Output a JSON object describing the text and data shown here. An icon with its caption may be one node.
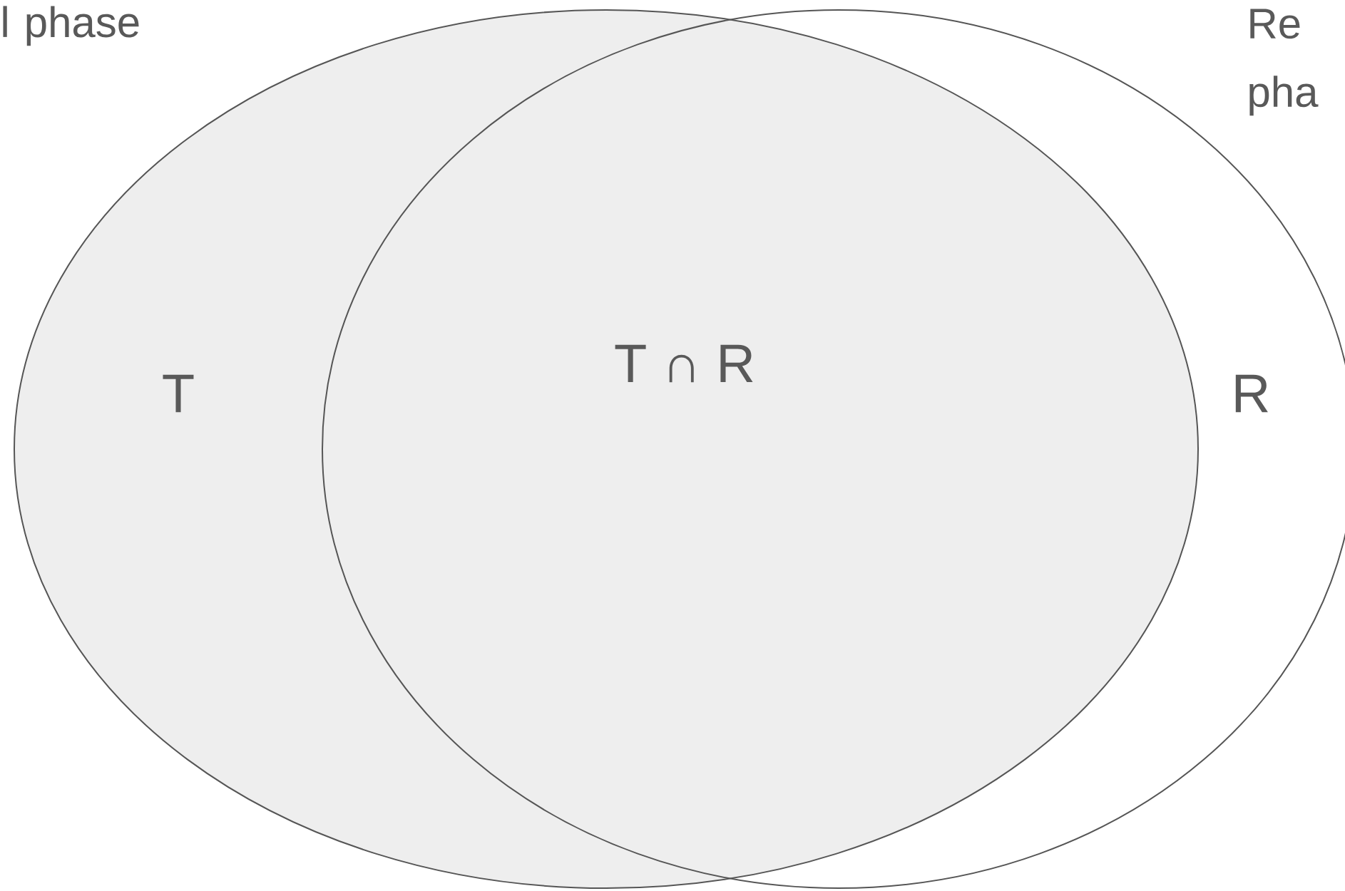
{
  "diagram": {
    "nodes": [
      {
        "text": [
          "T"
        ],
        "beside": [
          "l phase"
        ]
      },
      {
        "text": [
          "R"
        ],
        "beside": [
          "Re pha"
        ]
      }
    ],
    "labels": [
      "T ∩ R"
    ]
  }
}
